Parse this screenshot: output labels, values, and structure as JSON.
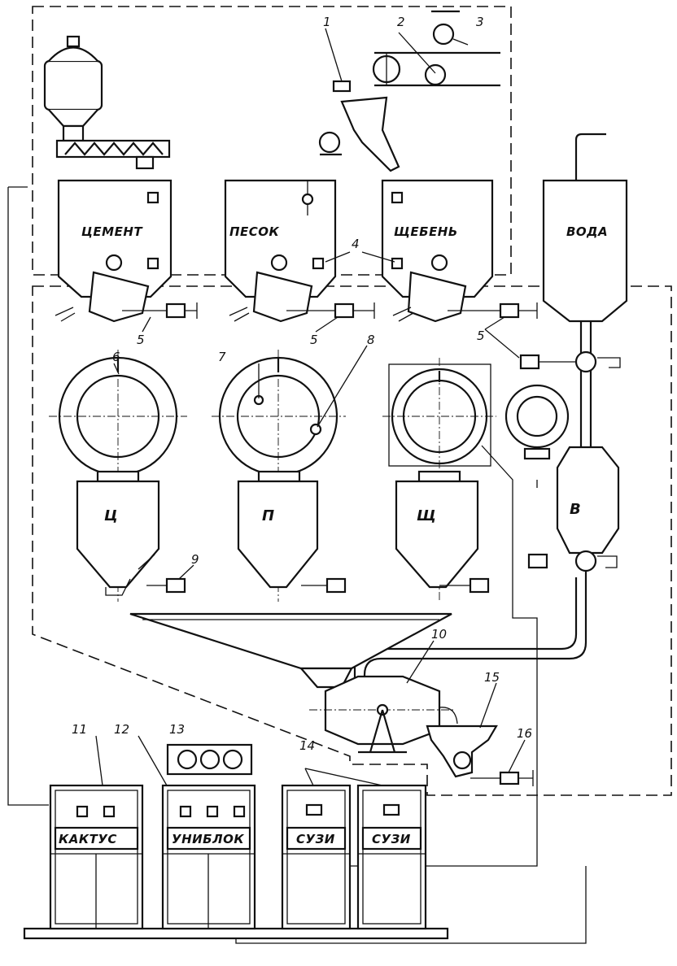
{
  "bins": {
    "cement": "ЦЕМЕНТ",
    "sand": "ПЕСОК",
    "gravel": "ЩЕБЕНЬ",
    "water": "ВОДА"
  },
  "dispensers": {
    "cement": "Ц",
    "sand": "П",
    "gravel": "Щ",
    "water": "В"
  },
  "consoles": {
    "kaktus": "КАКТУС",
    "uniblok": "УНИБЛОК",
    "suzi_1": "СУЗИ",
    "suzi_2": "СУЗИ"
  },
  "callouts": {
    "n1": "1",
    "n2": "2",
    "n3": "3",
    "n4": "4",
    "n5a": "5",
    "n5b": "5",
    "n5c": "5",
    "n6": "6",
    "n7": "7",
    "n8": "8",
    "n9": "9",
    "n10": "10",
    "n11": "11",
    "n12": "12",
    "n13": "13",
    "n14": "14",
    "n15": "15",
    "n16": "16"
  }
}
